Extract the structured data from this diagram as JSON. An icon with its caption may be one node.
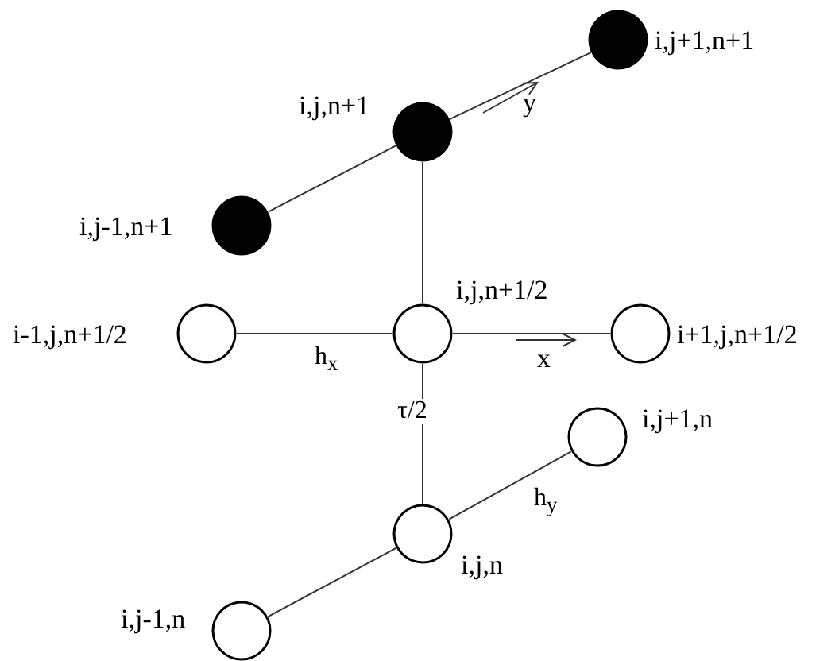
{
  "diagram": {
    "nodes": [
      {
        "text": [],
        "shape": "circle",
        "beside": [
          "i,j+1,n+1"
        ]
      },
      {
        "text": [],
        "shape": "circle",
        "beside": [
          "i,j,n+1"
        ]
      },
      {
        "text": [],
        "shape": "circle",
        "beside": [
          "i,j-1,n+1"
        ]
      },
      {
        "text": [],
        "shape": "circle",
        "beside": [
          "i-1,j,n+1/2"
        ]
      },
      {
        "text": [],
        "shape": "circle",
        "beside": [
          "i,j,n+1/2"
        ]
      },
      {
        "text": [],
        "shape": "circle",
        "beside": [
          "i+1,j,n+1/2"
        ]
      },
      {
        "text": [],
        "shape": "circle",
        "beside": [
          "i,j+1,n"
        ]
      },
      {
        "text": [],
        "shape": "circle",
        "beside": [
          "i,j,n"
        ]
      },
      {
        "text": [],
        "shape": "circle",
        "beside": [
          "i,j-1,n"
        ]
      }
    ],
    "edges": [
      {
        "from": 2,
        "to": 1,
        "arrow": "none"
      },
      {
        "from": 1,
        "to": 0,
        "arrow": "none"
      },
      {
        "from": 1,
        "to": 4,
        "arrow": "none"
      },
      {
        "from": 3,
        "to": 4,
        "arrow": "none",
        "label": "h$_{x}$"
      },
      {
        "from": 4,
        "to": 5,
        "arrow": "none"
      },
      {
        "from": 4,
        "to": 7,
        "arrow": "none",
        "label": "τ/2"
      },
      {
        "from": 8,
        "to": 7,
        "arrow": "none"
      },
      {
        "from": 7,
        "to": 6,
        "arrow": "none",
        "label": "h$_{y}$"
      }
    ],
    "labels": [
      "y",
      "x"
    ]
  }
}
